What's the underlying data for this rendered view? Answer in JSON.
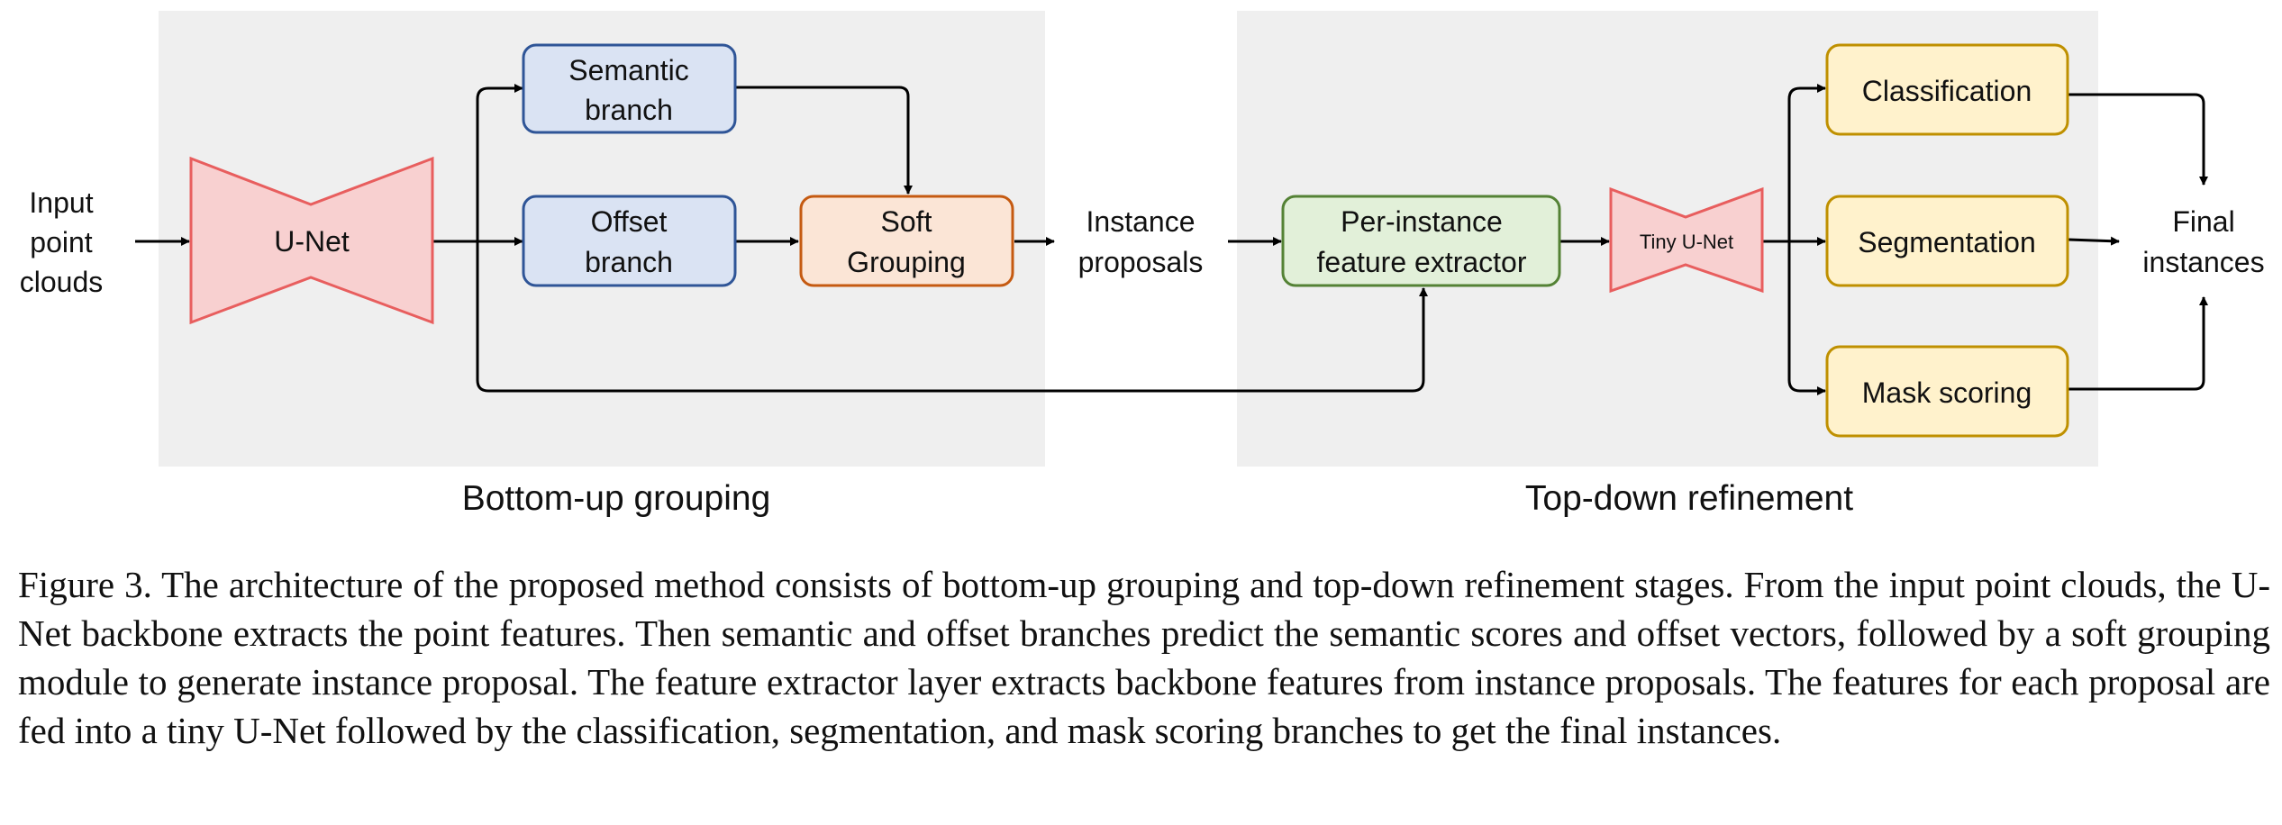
{
  "stages": {
    "bottom_up": "Bottom-up grouping",
    "top_down": "Top-down refinement"
  },
  "nodes": {
    "input": [
      "Input",
      "point",
      "clouds"
    ],
    "unet": "U-Net",
    "semantic_branch": [
      "Semantic",
      "branch"
    ],
    "offset_branch": [
      "Offset",
      "branch"
    ],
    "soft_grouping": [
      "Soft",
      "Grouping"
    ],
    "instance_proposals": [
      "Instance",
      "proposals"
    ],
    "feature_extractor": [
      "Per-instance",
      "feature extractor"
    ],
    "tiny_unet": "Tiny U-Net",
    "classification": "Classification",
    "segmentation": "Segmentation",
    "mask_scoring": "Mask scoring",
    "final": [
      "Final",
      "instances"
    ]
  },
  "colors": {
    "panel": "#efefef",
    "blue_fill": "#dae3f3",
    "blue_stroke": "#2f5597",
    "orange_fill": "#fbe5d6",
    "orange_stroke": "#c55a11",
    "green_fill": "#e2f0d9",
    "green_stroke": "#548235",
    "yellow_fill": "#fff2cc",
    "yellow_stroke": "#bf9000",
    "pink_fill": "#f8d0d0",
    "pink_stroke": "#e85e5e"
  },
  "caption": "Figure 3. The architecture of the proposed method consists of bottom-up grouping and top-down refinement stages. From the input point clouds, the U-Net backbone extracts the point features. Then semantic and offset branches predict the semantic scores and offset vectors, followed by a soft grouping module to generate instance proposal. The feature extractor layer extracts backbone features from instance proposals. The features for each proposal are fed into a tiny U-Net followed by the classification, segmentation, and mask scoring branches to get the final instances."
}
